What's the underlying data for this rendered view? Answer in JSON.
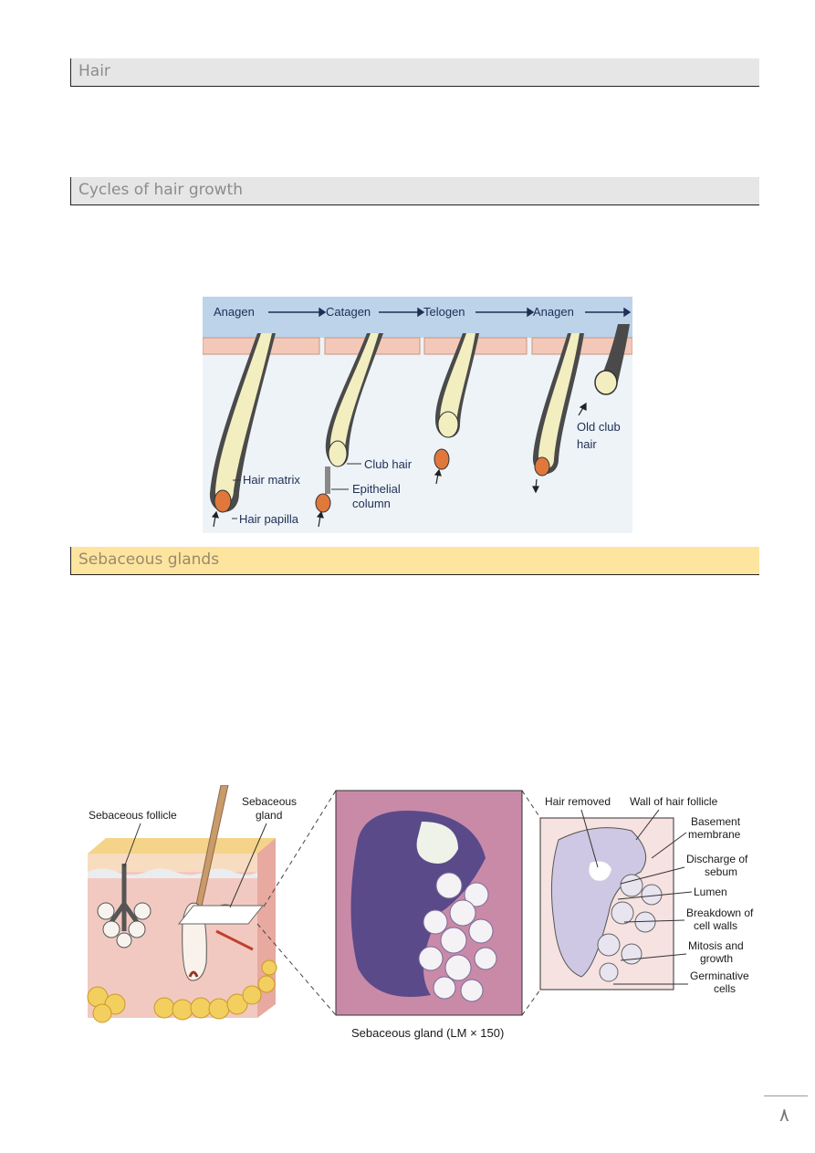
{
  "sections": {
    "hair": "Hair",
    "cycles": "Cycles of hair growth",
    "sebaceous": "Sebaceous glands"
  },
  "figure1": {
    "phases": [
      "Anagen",
      "Catagen",
      "Telogen",
      "Anagen"
    ],
    "labels": {
      "hair_matrix": "Hair matrix",
      "hair_papilla": "Hair papilla",
      "club_hair": "Club hair",
      "epithelial_1": "Epithelial",
      "epithelial_2": "column",
      "old_club_1": "Old club",
      "old_club_2": "hair"
    },
    "colors": {
      "sky": "#bcd3ea",
      "skin": "#f4c8b8",
      "hair": "#f2eec0",
      "papilla": "#e0783c"
    }
  },
  "figure2": {
    "labels": {
      "sebaceous_follicle": "Sebaceous follicle",
      "sebaceous_gland_1": "Sebaceous",
      "sebaceous_gland_2": "gland",
      "hair_removed": "Hair removed",
      "wall_follicle": "Wall of hair follicle",
      "basement_1": "Basement",
      "basement_2": "membrane",
      "discharge_1": "Discharge of",
      "discharge_2": "sebum",
      "lumen": "Lumen",
      "breakdown_1": "Breakdown of",
      "breakdown_2": "cell walls",
      "mitosis_1": "Mitosis and",
      "mitosis_2": "growth",
      "germinative_1": "Germinative",
      "germinative_2": "cells"
    },
    "caption": "Sebaceous gland (LM × 150)"
  },
  "page_number": "٨"
}
